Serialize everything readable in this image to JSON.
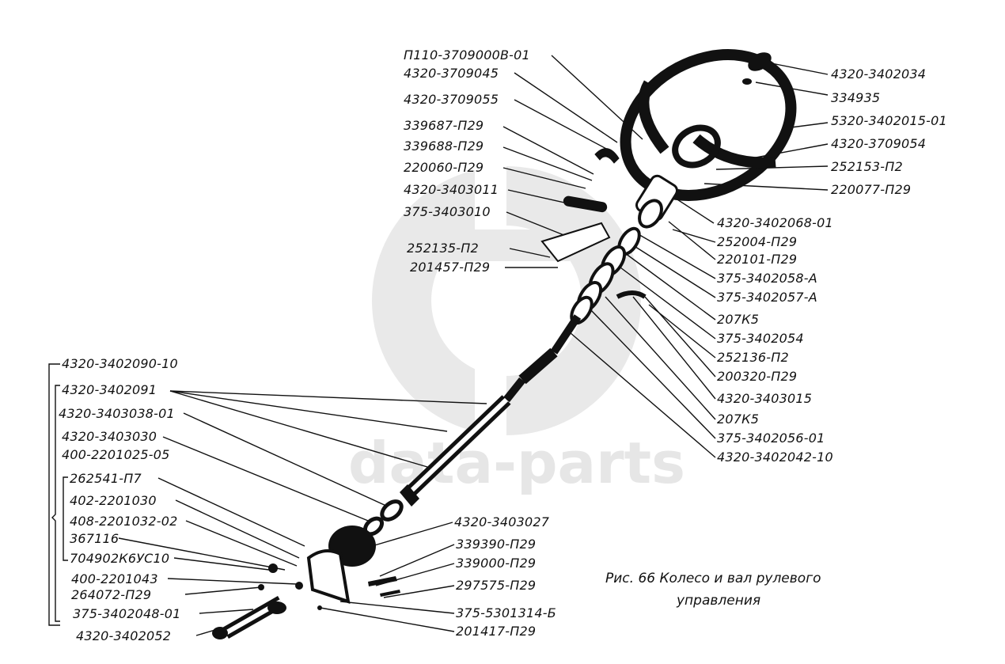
{
  "watermark": "data-parts",
  "caption": {
    "line1": "Рис. 66 Колесо и вал рулевого",
    "line2": "управления"
  },
  "left_labels": [
    "П110-3709000В-01",
    "4320-3709045",
    "4320-3709055",
    "339687-П29",
    "339688-П29",
    "220060-П29",
    "4320-3403011",
    "375-3403010",
    "252135-П2",
    "201457-П29"
  ],
  "right_labels": [
    "4320-3402034",
    "334935",
    "5320-3402015-01",
    "4320-3709054",
    "252153-П2",
    "220077-П29",
    "4320-3402068-01",
    "252004-П29",
    "220101-П29",
    "375-3402058-А",
    "375-3402057-А",
    "207К5",
    "375-3402054",
    "252136-П2",
    "200320-П29",
    "4320-3403015",
    "207К5",
    "375-3402056-01",
    "4320-3402042-10"
  ],
  "lower_left_labels": [
    "4320-3402090-10",
    "4320-3402091",
    "4320-3403038-01",
    "4320-3403030",
    "400-2201025-05",
    "262541-П7",
    "402-2201030",
    "408-2201032-02",
    "367116",
    "704902К6УС10",
    "400-2201043",
    "264072-П29",
    "375-3402048-01",
    "4320-3402052"
  ],
  "lower_right_labels": [
    "4320-3403027",
    "339390-П29",
    "339000-П29",
    "297575-П29",
    "375-5301314-Б",
    "201417-П29"
  ]
}
